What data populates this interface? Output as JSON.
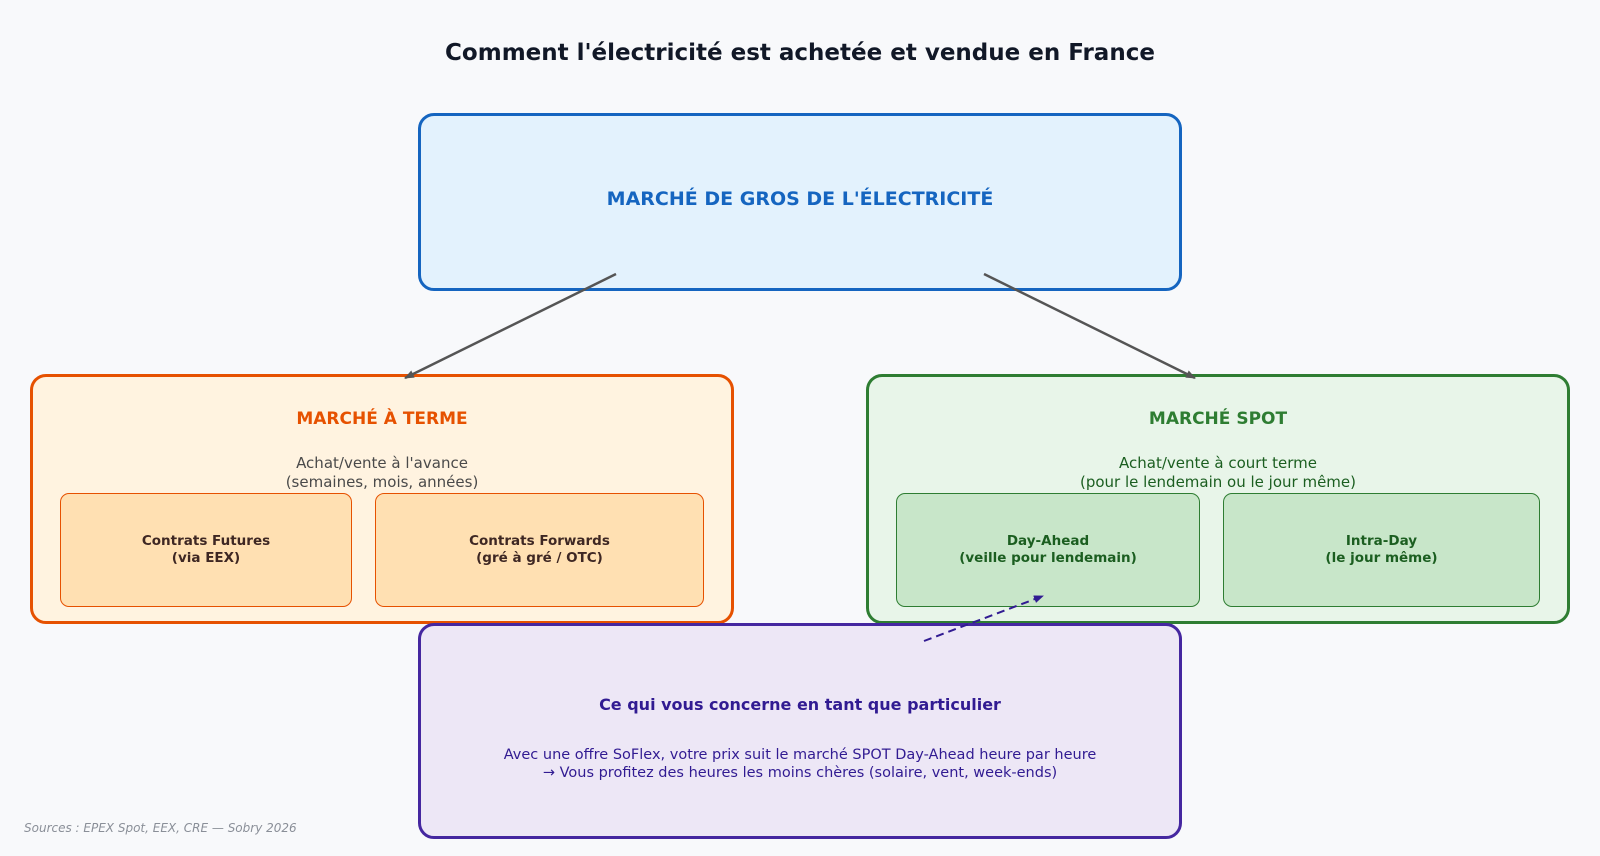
{
  "title": "Comment l'électricité est achetée et vendue en France",
  "wholesale": {
    "label": "MARCHÉ DE GROS DE L'ÉLECTRICITÉ"
  },
  "forward_market": {
    "label": "MARCHÉ À TERME",
    "desc_line1": "Achat/vente à l'avance",
    "desc_line2": "(semaines, mois, années)",
    "futures_line1": "Contrats Futures",
    "futures_line2": "(via EEX)",
    "forwards_line1": "Contrats Forwards",
    "forwards_line2": "(gré à gré / OTC)"
  },
  "spot_market": {
    "label": "MARCHÉ SPOT",
    "desc_line1": "Achat/vente à court terme",
    "desc_line2": "(pour le lendemain ou le jour même)",
    "dayahead_line1": "Day-Ahead",
    "dayahead_line2": "(veille pour lendemain)",
    "intraday_line1": "Intra-Day",
    "intraday_line2": "(le jour même)"
  },
  "individual": {
    "label": "Ce qui vous concerne en tant que particulier",
    "desc_line1": "Avec une offre SoFlex, votre prix suit le marché SPOT Day-Ahead heure par heure",
    "desc_line2": "→ Vous profitez des heures les moins chères (solaire, vent, week-ends)"
  },
  "source": "Sources : EPEX Spot, EEX, CRE — Sobry 2026",
  "colors": {
    "wholesale": "#1565c0",
    "forward": "#e65100",
    "spot": "#2e7d32",
    "individual": "#4527a0",
    "arrow": "#555555"
  }
}
